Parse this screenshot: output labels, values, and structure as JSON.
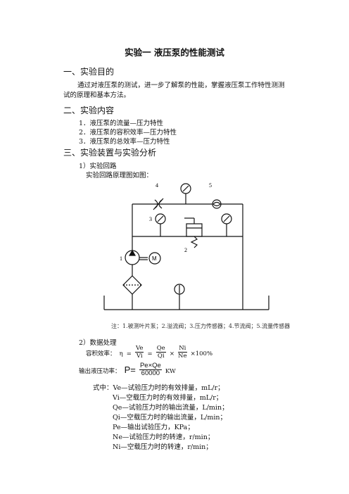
{
  "doc": {
    "title": "实验一   液压泵的性能测试",
    "sections": [
      {
        "heading": "一、实验目的",
        "body": [
          "通过对液压泵的测试，进一步了解泵的性能，掌握液压泵工作特性测测",
          "试的原理和基本方法。"
        ]
      },
      {
        "heading": "二、实验内容",
        "items": [
          "1．液压泵的流量—压力特性",
          "2．液压泵的容积效率—压力特性",
          "3．液压泵的总效率—压力特性"
        ]
      },
      {
        "heading": "三、实验装置与实验分析",
        "sub1": "1）实验回路",
        "sub1_text": "实验回路原理图如图：",
        "caption": "注：1.被测叶片泵；2.溢流阀；3.压力传感器；4.节流阀；5.流量传感器",
        "sub2": "2）数据处理"
      }
    ],
    "formula": {
      "label1": "容积效率：",
      "eta": "η",
      "eq": "=",
      "times": "×",
      "f1_num": "Ve",
      "f1_den": "Vi",
      "f2_num": "Qe",
      "f2_den": "Qi",
      "f3_num": "Ni",
      "f3_den": "Ne",
      "percent": "×100%",
      "label2": "输出液压功率：",
      "p_prefix": "P=",
      "p_num": "Pe×Qe",
      "p_den": "60000",
      "p_unit": "KW"
    },
    "defs": [
      "式中：Ve—试验压力时的有效排量，mL/r；",
      "Vi—空载压力时的有效排量，mL/r；",
      "Qe—试验压力时的输出流量，L/min；",
      "Qi—空载压力时的输出流量，L/min；",
      "Pe—输出试验压力，KPa；",
      "Ne—试验压力时的转速，r/min；",
      "Ni—空载压力时的转速，r/min；"
    ],
    "diagram_labels": {
      "n1": "1",
      "n2": "2",
      "n3": "3",
      "n4": "4",
      "n5": "5",
      "motor": "M"
    }
  }
}
